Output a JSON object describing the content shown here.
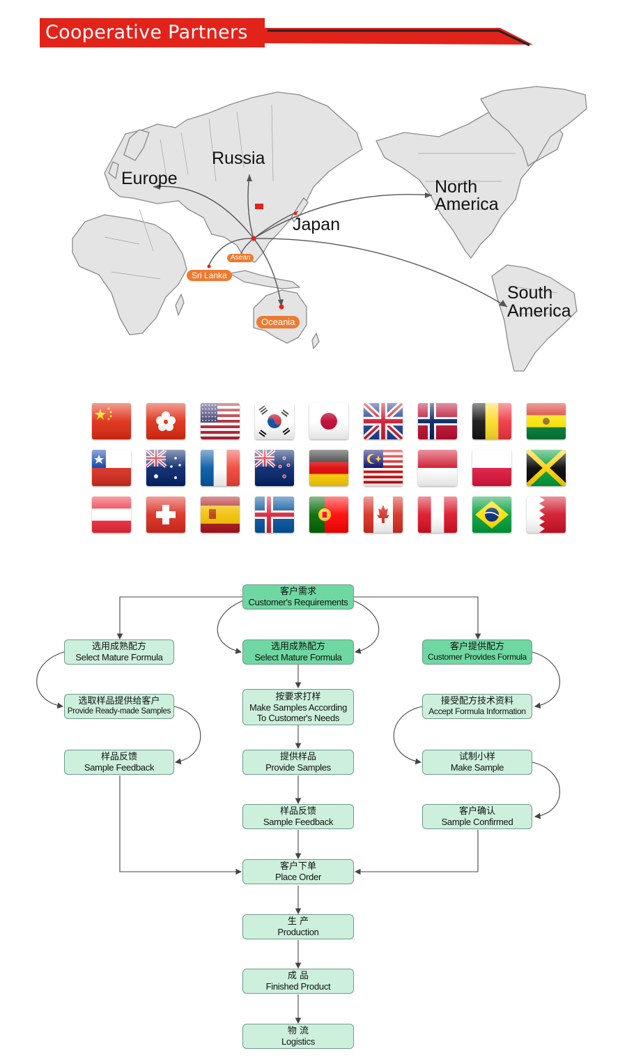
{
  "header": {
    "title": "Cooperative Partners"
  },
  "map": {
    "labels": {
      "europe": "Europe",
      "russia": "Russia",
      "japan": "Japan",
      "north_america": "North\nAmerica",
      "south_america": "South\nAmerica"
    },
    "pills": {
      "sri_lanka": "Sri Lanka",
      "asean": "Asean",
      "oceania": "Oceania"
    },
    "colors": {
      "land": "#e4e4e4",
      "border": "#8a8a8a",
      "route": "#555555",
      "pill": "#ee7a2f",
      "marker": "#e2231a"
    }
  },
  "flags": [
    "china-flag",
    "hong-kong-flag",
    "usa-flag",
    "south-korea-flag",
    "japan-flag",
    "uk-flag",
    "norway-flag",
    "belgium-flag",
    "bolivia-flag",
    "chile-flag",
    "australia-flag",
    "france-flag",
    "new-zealand-flag",
    "germany-flag",
    "malaysia-flag",
    "indonesia-flag",
    "poland-flag",
    "jamaica-flag",
    "austria-flag",
    "switzerland-flag",
    "spain-flag",
    "iceland-flag",
    "portugal-flag",
    "canada-flag",
    "peru-flag",
    "brazil-flag",
    "bahrain-flag"
  ],
  "flow": {
    "customer_requirements": {
      "zh": "客户需求",
      "en": "Customer's Requirements"
    },
    "left": {
      "select_mature": {
        "zh": "选用成熟配方",
        "en": "Select Mature Formula"
      },
      "ready_samples": {
        "zh": "选取样品提供给客户",
        "en": "Provide Ready-made Samples"
      },
      "feedback": {
        "zh": "样品反馈",
        "en": "Sample Feedback"
      }
    },
    "middle": {
      "select_mature": {
        "zh": "选用成熟配方",
        "en": "Select Mature Formula"
      },
      "make_samples": {
        "zh": "按要求打样",
        "en": "Make Samples According",
        "en2": "To Customer's Needs"
      },
      "provide_samples": {
        "zh": "提供样品",
        "en": "Provide Samples"
      },
      "feedback": {
        "zh": "样品反馈",
        "en": "Sample Feedback"
      }
    },
    "right": {
      "customer_formula": {
        "zh": "客户提供配方",
        "en": "Customer Provides Formula"
      },
      "accept_info": {
        "zh": "接受配方技术资料",
        "en": "Accept Formula Information"
      },
      "make_sample": {
        "zh": "试制小样",
        "en": "Make Sample"
      },
      "confirmed": {
        "zh": "客户确认",
        "en": "Sample Confirmed"
      }
    },
    "place_order": {
      "zh": "客户下单",
      "en": "Place Order"
    },
    "production": {
      "zh": "生 产",
      "en": "Production"
    },
    "finished": {
      "zh": "成 品",
      "en": "Finished Product"
    },
    "logistics": {
      "zh": "物 流",
      "en": "Logistics"
    },
    "colors": {
      "main_box": "#6fd8a2",
      "box": "#cdf0dc",
      "line": "#444444"
    }
  }
}
